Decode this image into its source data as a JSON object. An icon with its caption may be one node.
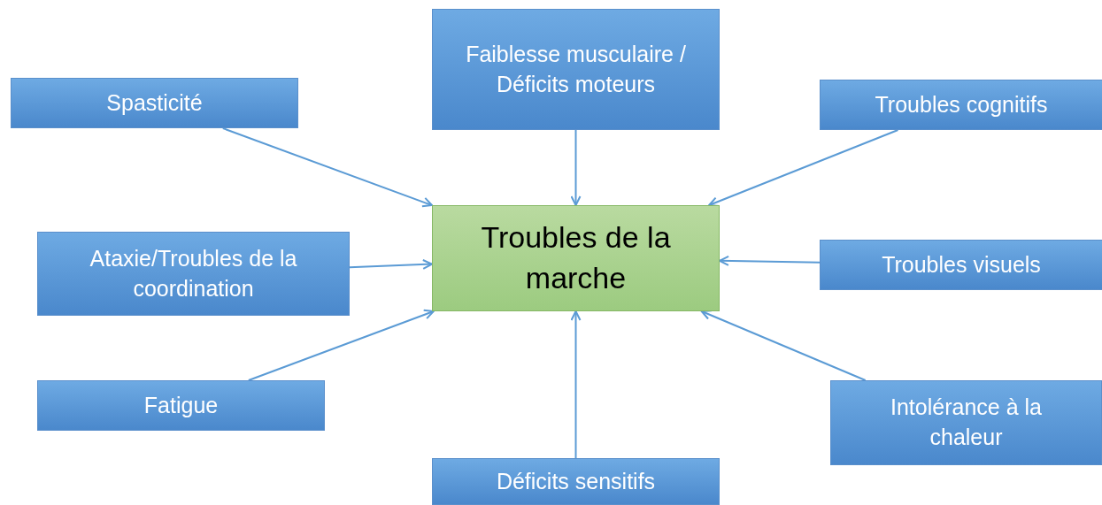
{
  "diagram": {
    "nodes": [
      {
        "text": [
          "Spasticité"
        ]
      },
      {
        "text": [
          "Faiblesse musculaire / Déficits moteurs"
        ]
      },
      {
        "text": [
          "Troubles cognitifs"
        ]
      },
      {
        "text": [
          "Ataxie/Troubles de la coordination"
        ]
      },
      {
        "text": [
          "Troubles de la marche"
        ]
      },
      {
        "text": [
          "Troubles visuels"
        ]
      },
      {
        "text": [
          "Fatigue"
        ]
      },
      {
        "text": [
          "Intolérance à la chaleur"
        ]
      },
      {
        "text": [
          "Déficits sensitifs"
        ]
      }
    ],
    "edges": [
      {
        "from": 0,
        "to": 4,
        "arrow": "to"
      },
      {
        "from": 1,
        "to": 4,
        "arrow": "to"
      },
      {
        "from": 2,
        "to": 4,
        "arrow": "to"
      },
      {
        "from": 3,
        "to": 4,
        "arrow": "to"
      },
      {
        "from": 5,
        "to": 4,
        "arrow": "to"
      },
      {
        "from": 6,
        "to": 4,
        "arrow": "to"
      },
      {
        "from": 8,
        "to": 4,
        "arrow": "to"
      },
      {
        "from": 7,
        "to": 4,
        "arrow": "to"
      }
    ]
  }
}
